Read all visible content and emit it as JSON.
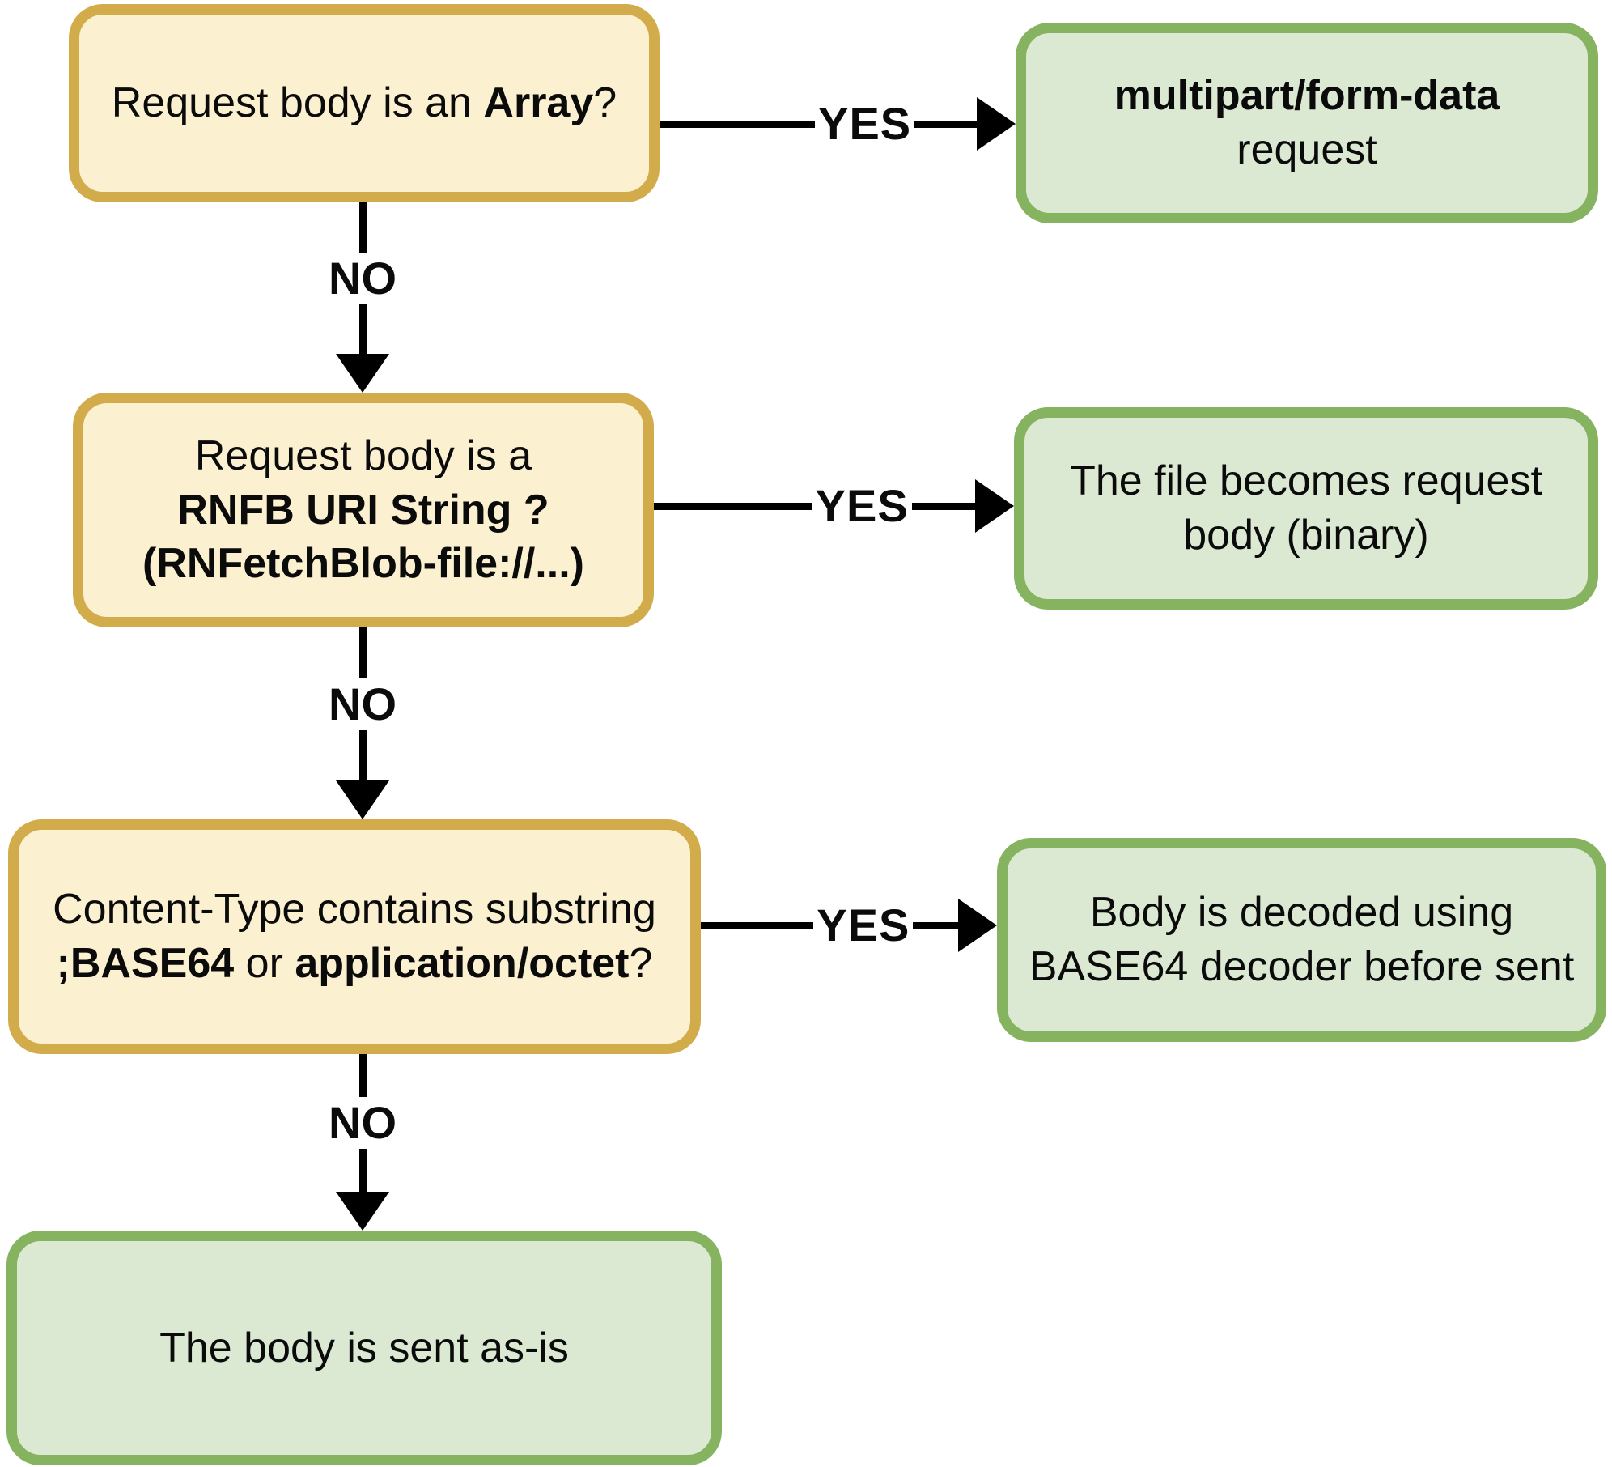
{
  "labels": {
    "yes": "YES",
    "no": "NO"
  },
  "colors": {
    "question_fill": "#FBF1D0",
    "question_border": "#D2AC4B",
    "result_fill": "#DBE9D3",
    "result_border": "#85B35F",
    "arrow": "#000000",
    "text": "#0b0b0b"
  },
  "nodes": {
    "q1": {
      "pre": "Request body is an ",
      "bold": "Array",
      "post": "?"
    },
    "r1": {
      "line1_bold": "multipart/form-data",
      "line2": "request"
    },
    "q2": {
      "line1": "Request body is a",
      "line2_bold": "RNFB URI String ?",
      "line3_bold": "(RNFetchBlob-file://...)"
    },
    "r2": {
      "line1": "The file becomes request",
      "line2": "body (binary)"
    },
    "q3": {
      "line1": "Content-Type contains substring",
      "bold1": ";BASE64",
      "mid": " or ",
      "bold2": "application/octet",
      "post": "?"
    },
    "r3": {
      "line1": "Body is decoded using",
      "line2": "BASE64 decoder before sent"
    },
    "r4": {
      "text": "The body is sent as-is"
    }
  }
}
